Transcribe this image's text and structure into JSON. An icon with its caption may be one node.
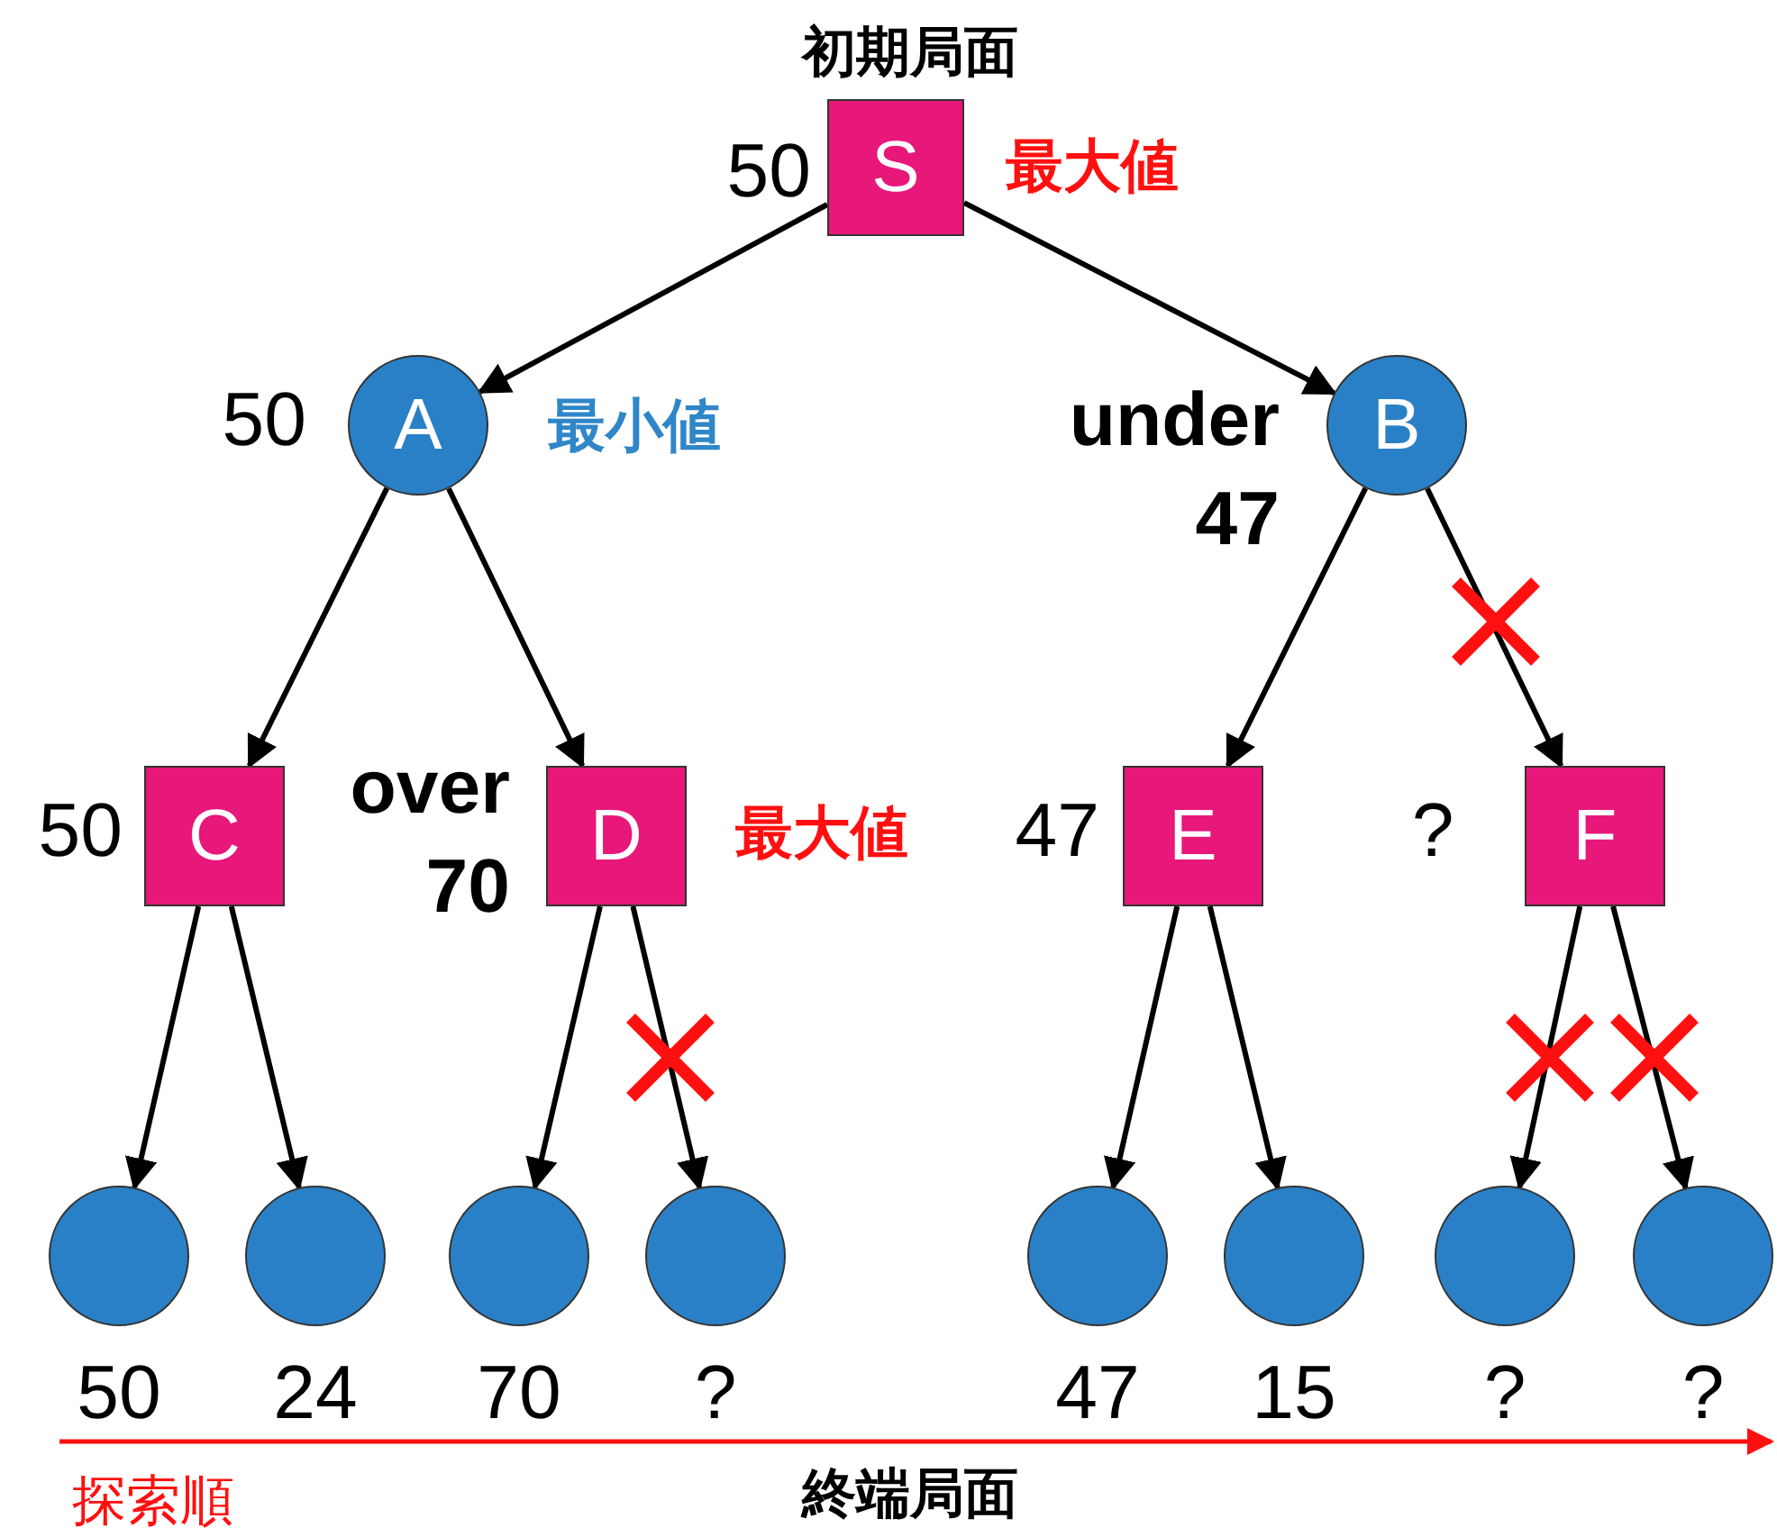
{
  "diagram": {
    "nodes": [
      {
        "text": [
          "S"
        ],
        "beside": [
          "初期局面",
          "50",
          "最大値"
        ]
      },
      {
        "text": [
          "A"
        ],
        "beside": [
          "50",
          "最小値"
        ]
      },
      {
        "text": [
          "B"
        ],
        "beside": [
          "under 47"
        ]
      },
      {
        "text": [
          "C"
        ],
        "beside": [
          "50"
        ]
      },
      {
        "text": [
          "D"
        ],
        "beside": [
          "over 70",
          "最大値"
        ]
      },
      {
        "text": [
          "E"
        ],
        "beside": [
          "47"
        ]
      },
      {
        "text": [
          "F"
        ],
        "beside": [
          "?"
        ]
      },
      {
        "text": [],
        "shape": "circle",
        "beside": [
          "50"
        ]
      },
      {
        "text": [],
        "shape": "circle",
        "beside": [
          "24"
        ]
      },
      {
        "text": [],
        "shape": "circle",
        "beside": [
          "70"
        ]
      },
      {
        "text": [],
        "shape": "circle",
        "beside": [
          "?"
        ]
      },
      {
        "text": [],
        "shape": "circle",
        "beside": [
          "47"
        ]
      },
      {
        "text": [],
        "shape": "circle",
        "beside": [
          "15"
        ]
      },
      {
        "text": [],
        "shape": "circle",
        "beside": [
          "?"
        ]
      },
      {
        "text": [],
        "shape": "circle",
        "beside": [
          "?"
        ]
      }
    ],
    "edges": [
      {
        "from": 0,
        "to": 1,
        "arrow": "to"
      },
      {
        "from": 0,
        "to": 2,
        "arrow": "to"
      },
      {
        "from": 1,
        "to": 3,
        "arrow": "to"
      },
      {
        "from": 1,
        "to": 4,
        "arrow": "to"
      },
      {
        "from": 2,
        "to": 5,
        "arrow": "to"
      },
      {
        "from": 2,
        "to": 6,
        "arrow": "to"
      },
      {
        "from": 3,
        "to": 7,
        "arrow": "to"
      },
      {
        "from": 3,
        "to": 8,
        "arrow": "to"
      },
      {
        "from": 4,
        "to": 9,
        "arrow": "to"
      },
      {
        "from": 4,
        "to": 10,
        "arrow": "to"
      },
      {
        "from": 5,
        "to": 11,
        "arrow": "to"
      },
      {
        "from": 5,
        "to": 12,
        "arrow": "to"
      },
      {
        "from": 6,
        "to": 13,
        "arrow": "to"
      },
      {
        "from": 6,
        "to": 14,
        "arrow": "to"
      }
    ],
    "labels": [
      "探索順",
      "終端局面"
    ]
  }
}
